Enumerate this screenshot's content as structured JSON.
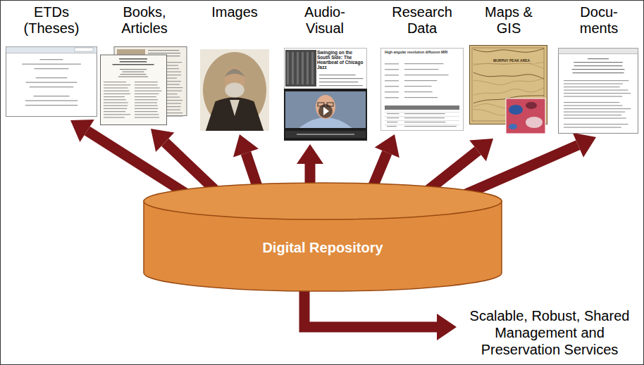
{
  "diagram": {
    "nodes": [
      {
        "text": [
          "ETDs (Theses)"
        ]
      },
      {
        "text": [
          "Books, Articles"
        ]
      },
      {
        "text": [
          "Images"
        ]
      },
      {
        "text": [
          "Audio- Visual"
        ]
      },
      {
        "text": [
          "Research Data"
        ]
      },
      {
        "text": [
          "Maps & GIS"
        ]
      },
      {
        "text": [
          "Docu- ments"
        ]
      },
      {
        "text": [
          "Digital Repository"
        ]
      },
      {
        "text": [
          "Scalable, Robust, Shared Management and Preservation Services"
        ]
      }
    ],
    "edges": [
      {
        "from": 7,
        "to": 0,
        "arrow": "to"
      },
      {
        "from": 7,
        "to": 1,
        "arrow": "to"
      },
      {
        "from": 7,
        "to": 2,
        "arrow": "to"
      },
      {
        "from": 7,
        "to": 3,
        "arrow": "to"
      },
      {
        "from": 7,
        "to": 4,
        "arrow": "to"
      },
      {
        "from": 7,
        "to": 5,
        "arrow": "to"
      },
      {
        "from": 7,
        "to": 6,
        "arrow": "to"
      },
      {
        "from": 7,
        "to": 8,
        "arrow": "to"
      }
    ],
    "labels": [
      "Swinging on the South Side: The Heartbeat of Chicago Jazz",
      "High angular resolution diffusion MRI",
      "MURPHY PEAK AREA"
    ]
  }
}
